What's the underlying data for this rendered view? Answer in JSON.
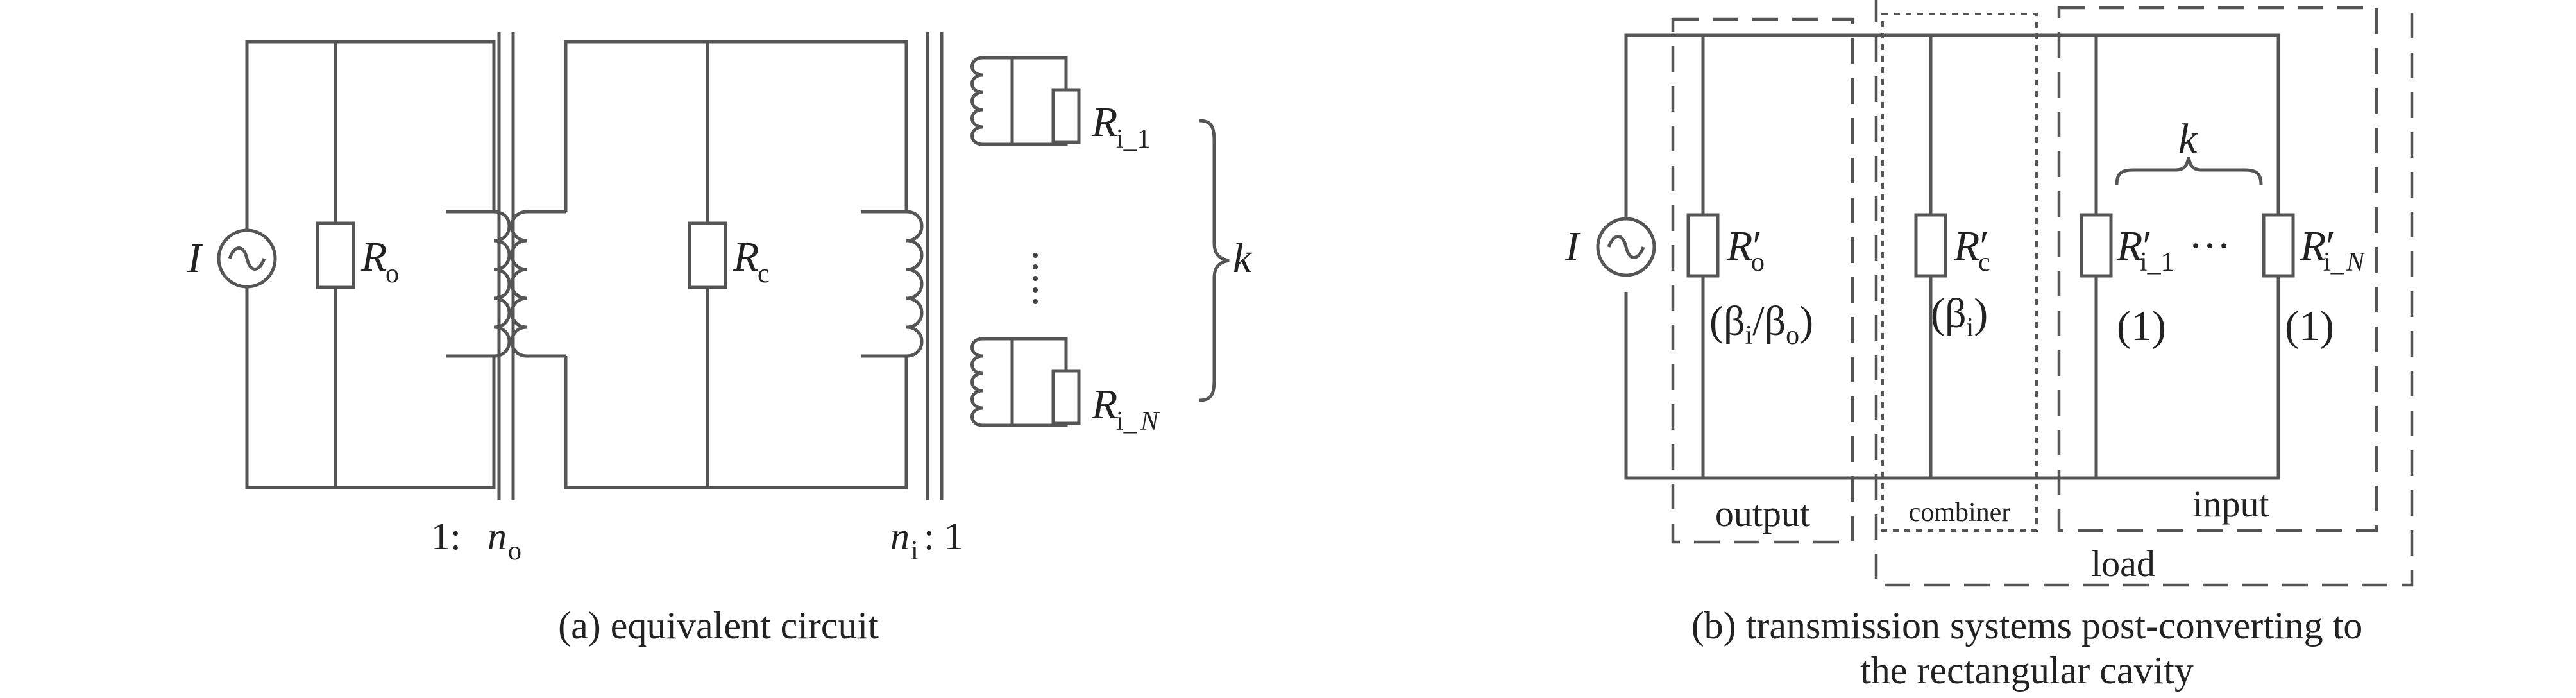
{
  "figure_a": {
    "source": "I",
    "r_out": {
      "main": "R",
      "sub": "o"
    },
    "r_comb": {
      "main": "R",
      "sub": "c"
    },
    "r_in_first": {
      "main": "R",
      "sub": "i_1"
    },
    "r_in_last": {
      "main": "R",
      "sub_i": "i_",
      "sub_n": "N"
    },
    "k": "k",
    "ratio_left_num": "1:",
    "ratio_left_n": "n",
    "ratio_left_sub": "o",
    "ratio_right_n": "n",
    "ratio_right_sub": "i",
    "ratio_right_tail": ": 1",
    "caption": "(a) equivalent circuit"
  },
  "figure_b": {
    "source": "I",
    "r_out": {
      "main": "R",
      "prime": "′",
      "sub": "o",
      "coef": "(β",
      "coef_sub1": "i",
      "coef_mid": "/β",
      "coef_sub2": "o",
      "coef_end": ")"
    },
    "r_comb": {
      "main": "R",
      "prime": "′",
      "sub": "c",
      "coef": "(β",
      "coef_sub": "i",
      "coef_end": ")"
    },
    "r_in_first": {
      "main": "R",
      "prime": "′",
      "sub": "i_1",
      "coef": "(1)"
    },
    "r_in_last": {
      "main": "R",
      "prime": "′",
      "sub_i": "i_",
      "sub_n": "N",
      "coef": "(1)"
    },
    "ellipsis": "···",
    "k": "k",
    "box_output": "output",
    "box_combiner": "combiner",
    "box_input": "input",
    "box_load": "load",
    "caption_line1": "(b) transmission systems post-converting to",
    "caption_line2": "the rectangular cavity"
  }
}
